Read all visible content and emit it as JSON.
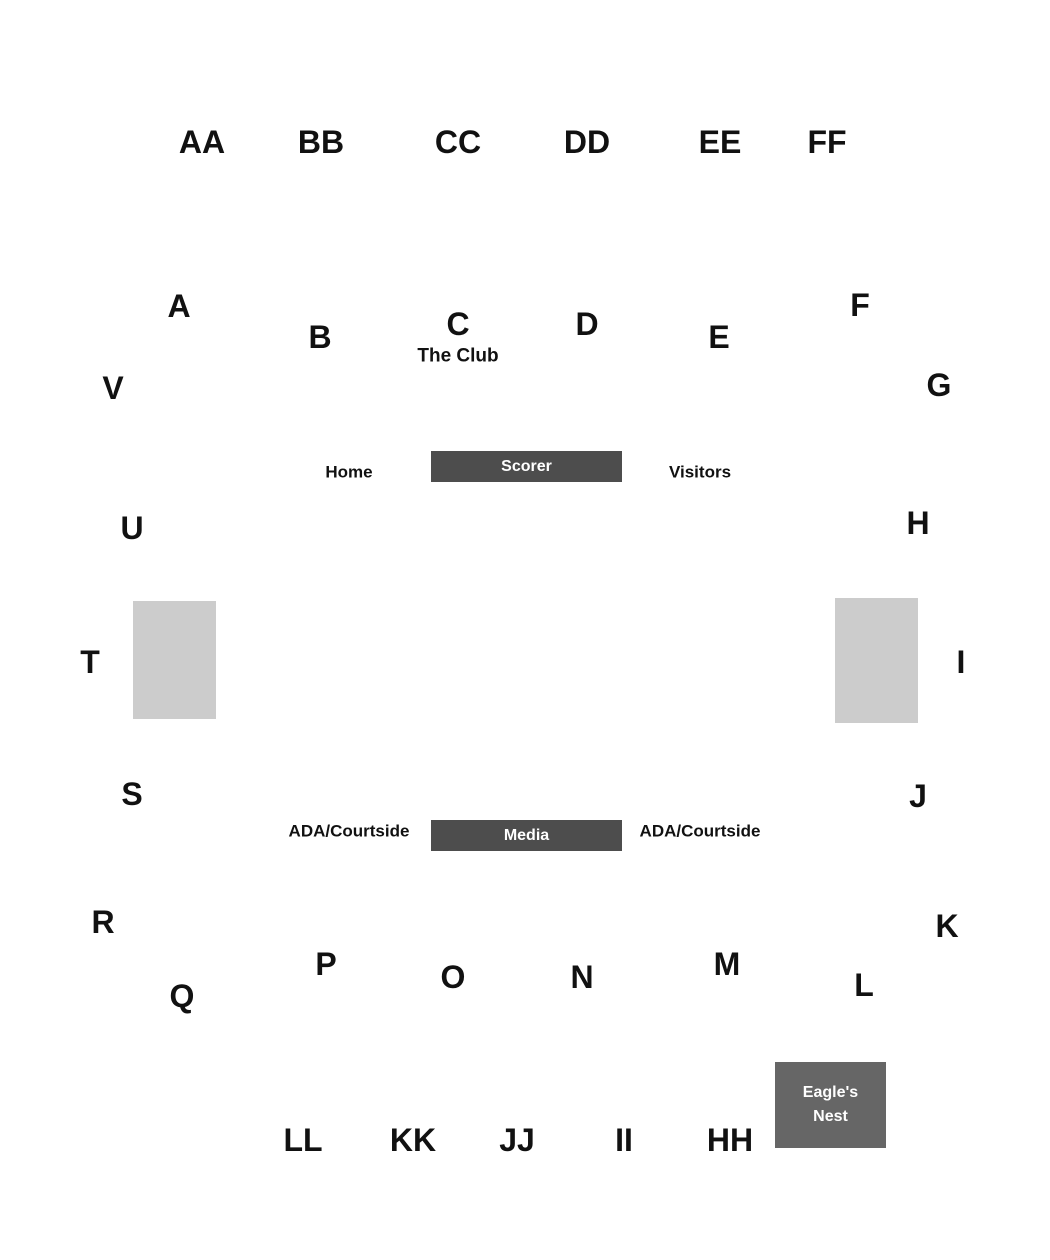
{
  "upper_sections": [
    "AA",
    "BB",
    "CC",
    "DD",
    "EE",
    "FF"
  ],
  "lower_ring": {
    "A": "A",
    "B": "B",
    "C": "C",
    "D": "D",
    "E": "E",
    "F": "F",
    "G": "G",
    "H": "H",
    "I": "I",
    "J": "J",
    "K": "K",
    "L": "L",
    "M": "M",
    "N": "N",
    "O": "O",
    "P": "P",
    "Q": "Q",
    "R": "R",
    "S": "S",
    "T": "T",
    "U": "U",
    "V": "V"
  },
  "bottom_sections": [
    "LL",
    "KK",
    "JJ",
    "II",
    "HH"
  ],
  "labels": {
    "club": "The Club",
    "home": "Home",
    "visitors": "Visitors",
    "scorer": "Scorer",
    "media": "Media",
    "ada_left": "ADA/Courtside",
    "ada_right": "ADA/Courtside",
    "nest_line1": "Eagle's",
    "nest_line2": "Nest"
  },
  "colors": {
    "table_bar": "#4d4d4d",
    "hoop_area": "#cccccc",
    "nest_box": "#666666"
  }
}
